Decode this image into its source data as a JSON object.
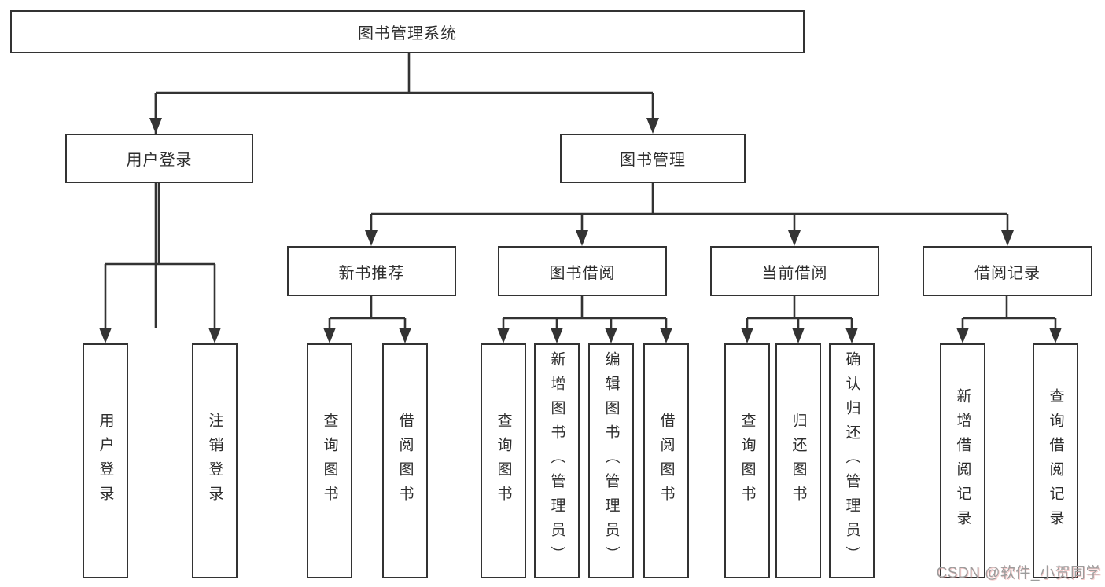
{
  "colors": {
    "line": "#333333",
    "text": "#2d2d2d",
    "watermark": "#9c9c9c"
  },
  "watermark": {
    "text": "CSDN @软件_小贺同学"
  },
  "diagram": {
    "type": "hierarchy-tree",
    "root": {
      "label": "图书管理系统",
      "children": [
        {
          "label": "用户登录",
          "children": [
            {
              "label": "用户登录"
            },
            {
              "label": "注销登录"
            }
          ]
        },
        {
          "label": "图书管理",
          "children": [
            {
              "label": "新书推荐",
              "children": [
                {
                  "label": "查询图书"
                },
                {
                  "label": "借阅图书"
                }
              ]
            },
            {
              "label": "图书借阅",
              "children": [
                {
                  "label": "查询图书"
                },
                {
                  "label": "新增图书（管理员）"
                },
                {
                  "label": "编辑图书（管理员）"
                },
                {
                  "label": "借阅图书"
                }
              ]
            },
            {
              "label": "当前借阅",
              "children": [
                {
                  "label": "查询图书"
                },
                {
                  "label": "归还图书"
                },
                {
                  "label": "确认归还（管理员）"
                }
              ]
            },
            {
              "label": "借阅记录",
              "children": [
                {
                  "label": "新增借阅记录"
                },
                {
                  "label": "查询借阅记录"
                }
              ]
            }
          ]
        }
      ]
    }
  }
}
